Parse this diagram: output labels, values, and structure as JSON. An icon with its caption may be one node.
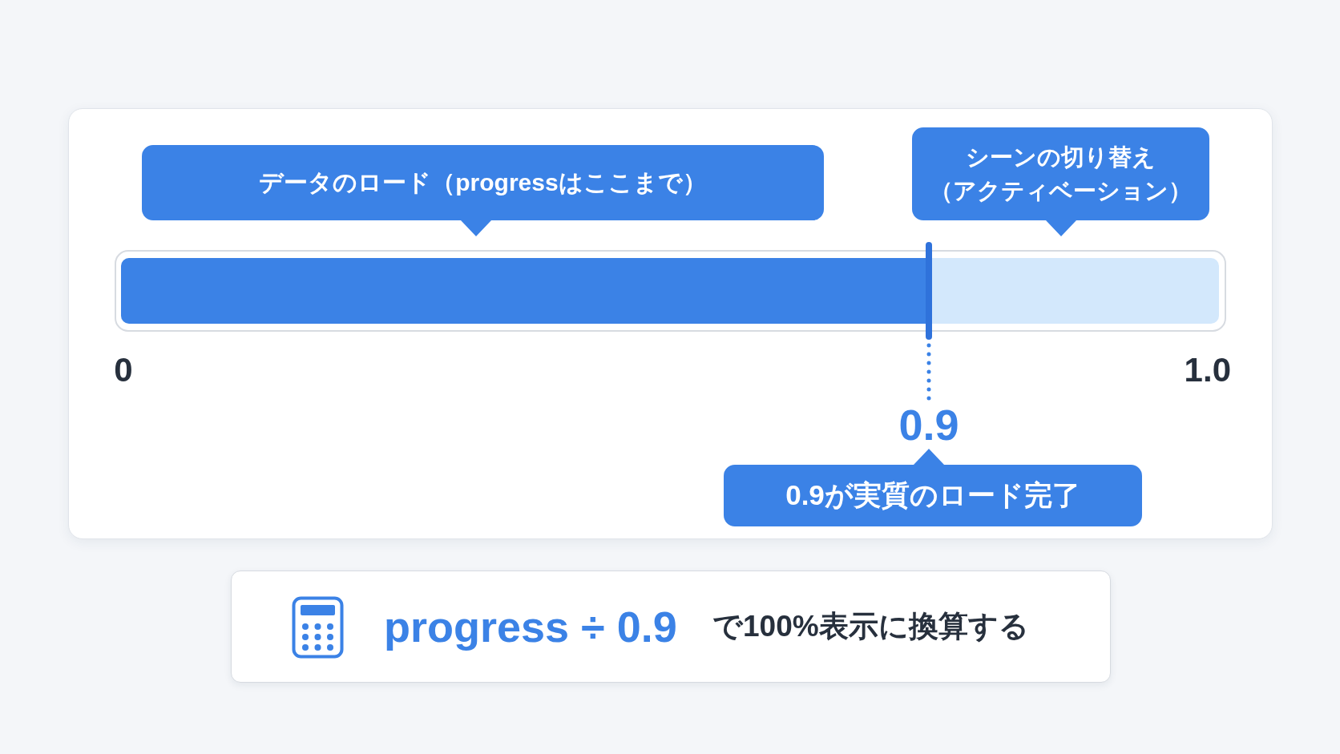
{
  "diagram": {
    "nodes": [
      {
        "text": [
          "データのロード（progressはここまで）"
        ]
      },
      {
        "text": [
          "シーンの切り替え（アクティベーション）"
        ]
      },
      {
        "text": [],
        "shape": "bar"
      },
      {
        "text": [
          "0.9"
        ]
      },
      {
        "text": [
          "0.9が実質のロード完了"
        ]
      },
      {
        "text": [
          "progress ÷ 0.9",
          "で100%表示に換算する"
        ]
      }
    ],
    "edges": [
      {
        "from": 3,
        "to": 2,
        "arrow": "none",
        "style": "dashed"
      }
    ],
    "labels": [
      "0",
      "1.0"
    ]
  }
}
